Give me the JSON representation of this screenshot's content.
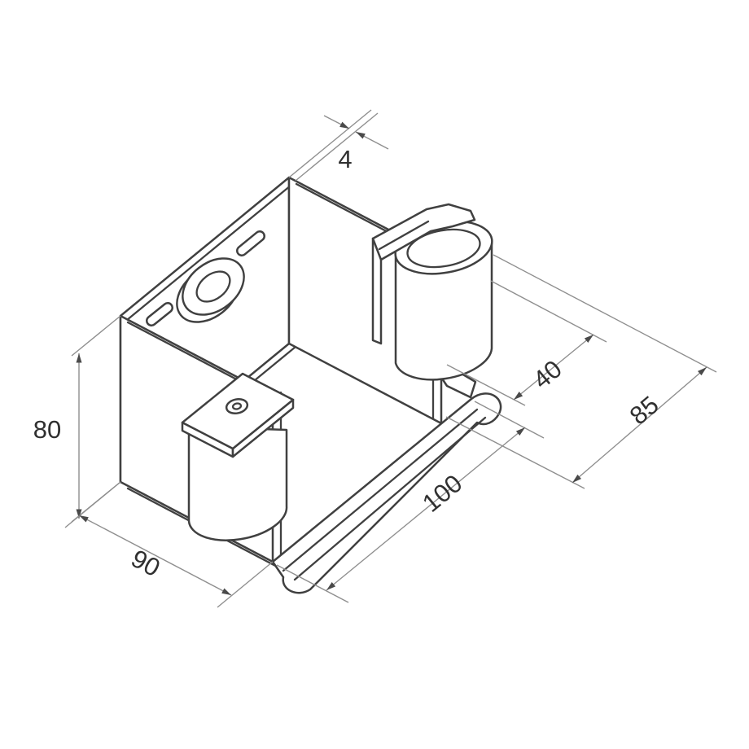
{
  "drawing": {
    "dimensions": {
      "thickness": {
        "label": "4",
        "value": 4
      },
      "height": {
        "label": "80",
        "value": 80
      },
      "width": {
        "label": "90",
        "value": 90
      },
      "flap_length": {
        "label": "100",
        "value": 100
      },
      "roller_diameter": {
        "label": "40",
        "value": 40
      },
      "depth": {
        "label": "85",
        "value": 85
      }
    },
    "colors": {
      "part_line": "#404040",
      "dimension_line": "#8f8f8f",
      "arrow": "#4a4a4a",
      "label": "#303030",
      "background": "#ffffff"
    }
  }
}
